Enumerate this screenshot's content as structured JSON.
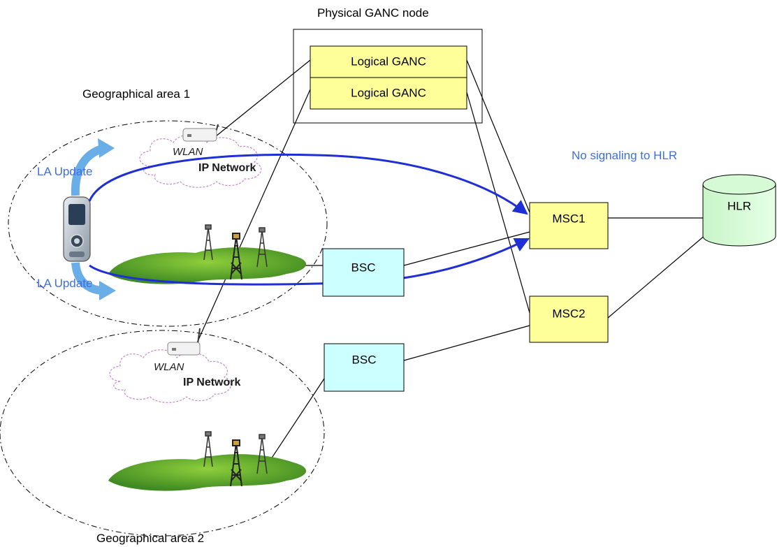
{
  "labels": {
    "physical_ganc": "Physical GANC node",
    "logical_ganc_1": "Logical GANC",
    "logical_ganc_2": "Logical GANC",
    "geo_area_1": "Geographical area 1",
    "geo_area_2": "Geographical area 2",
    "no_signaling": "No signaling to HLR",
    "la_update_top": "LA Update",
    "la_update_bottom": "LA Update",
    "wlan_1": "WLAN",
    "ip_network_1": "IP Network",
    "wlan_2": "WLAN",
    "ip_network_2": "IP Network",
    "bsc_1": "BSC",
    "bsc_2": "BSC",
    "msc_1": "MSC1",
    "msc_2": "MSC2",
    "hlr": "HLR"
  },
  "colors": {
    "ganc_fill": "#ffff99",
    "msc_fill": "#ffff99",
    "bsc_fill": "#ccffff",
    "hlr_fill": "#ccffcc",
    "arrow_blue": "#1f2fd6",
    "update_arrow": "#6aaee8",
    "label_blue": "#3d6fe0",
    "cloud_stroke": "#c48ac8",
    "grass": "#5a9e2a"
  },
  "icons": [
    "mobile-phone-icon",
    "wlan-router-icon",
    "cell-tower-icon",
    "cloud-icon",
    "database-icon"
  ]
}
